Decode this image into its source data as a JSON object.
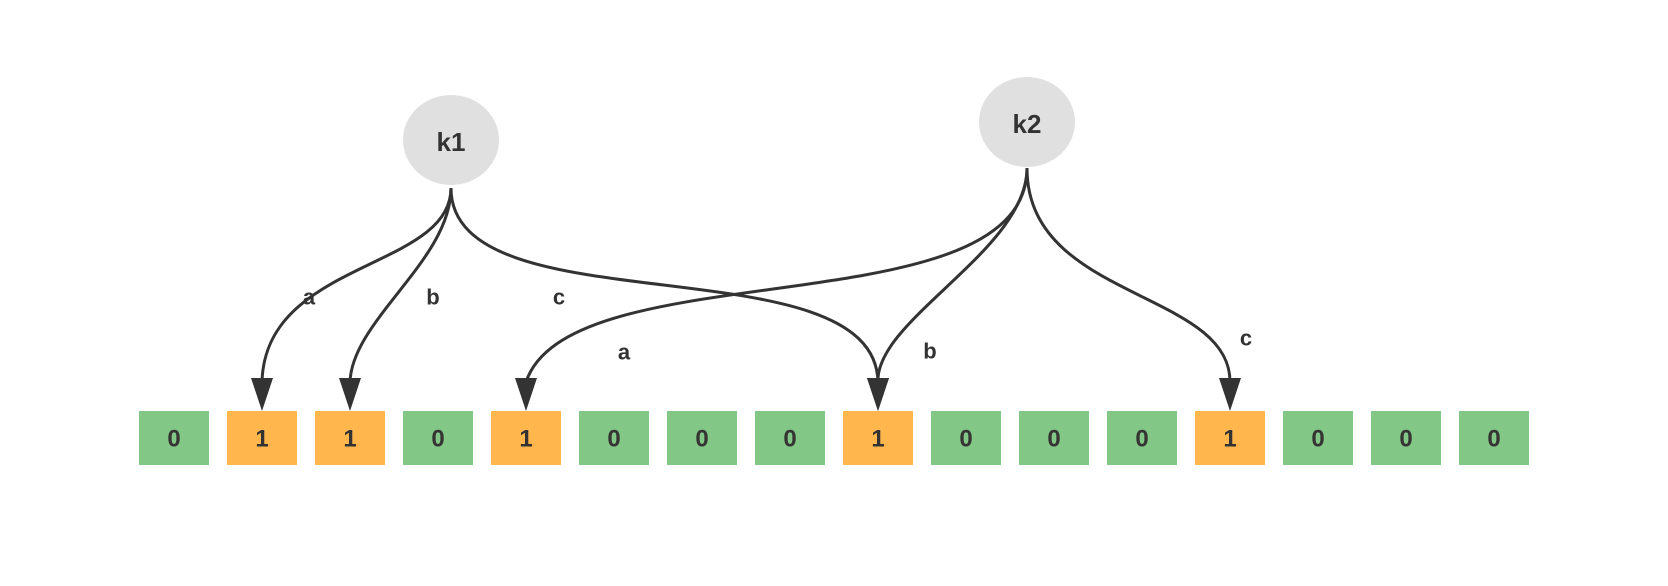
{
  "colors": {
    "zero_cell": "#82c785",
    "one_cell": "#ffb74d",
    "node_fill": "#e0e0e0",
    "stroke": "#333333",
    "text": "#333333",
    "background": "#ffffff"
  },
  "bit_array": [
    "0",
    "1",
    "1",
    "0",
    "1",
    "0",
    "0",
    "0",
    "1",
    "0",
    "0",
    "0",
    "1",
    "0",
    "0",
    "0"
  ],
  "keys": [
    {
      "label": "k1",
      "edges": [
        {
          "label": "a",
          "target_index": 1
        },
        {
          "label": "b",
          "target_index": 2
        },
        {
          "label": "c",
          "target_index": 8
        }
      ]
    },
    {
      "label": "k2",
      "edges": [
        {
          "label": "a",
          "target_index": 4
        },
        {
          "label": "b",
          "target_index": 8
        },
        {
          "label": "c",
          "target_index": 12
        }
      ]
    }
  ]
}
